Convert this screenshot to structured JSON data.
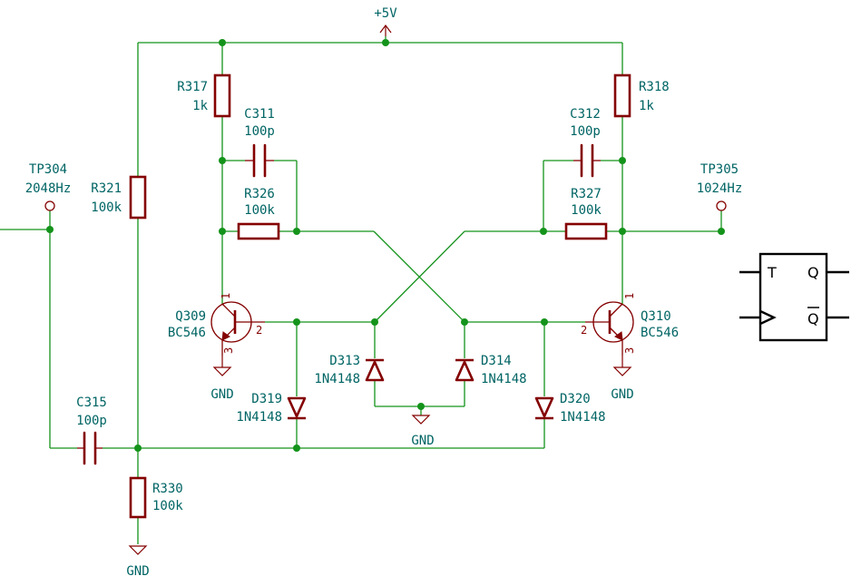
{
  "colors": {
    "wire": "#14931b",
    "part": "#840000",
    "label": "#006464",
    "logic_symbol": "#000000"
  },
  "power": {
    "vcc": "+5V",
    "gnd": "GND"
  },
  "components": {
    "R317": {
      "ref": "R317",
      "value": "1k"
    },
    "R318": {
      "ref": "R318",
      "value": "1k"
    },
    "R321": {
      "ref": "R321",
      "value": "100k"
    },
    "R326": {
      "ref": "R326",
      "value": "100k"
    },
    "R327": {
      "ref": "R327",
      "value": "100k"
    },
    "R330": {
      "ref": "R330",
      "value": "100k"
    },
    "C311": {
      "ref": "C311",
      "value": "100p"
    },
    "C312": {
      "ref": "C312",
      "value": "100p"
    },
    "C315": {
      "ref": "C315",
      "value": "100p"
    },
    "Q309": {
      "ref": "Q309",
      "value": "BC546"
    },
    "Q310": {
      "ref": "Q310",
      "value": "BC546"
    },
    "D313": {
      "ref": "D313",
      "value": "1N4148"
    },
    "D314": {
      "ref": "D314",
      "value": "1N4148"
    },
    "D319": {
      "ref": "D319",
      "value": "1N4148"
    },
    "D320": {
      "ref": "D320",
      "value": "1N4148"
    },
    "TP304": {
      "ref": "TP304",
      "value": "2048Hz"
    },
    "TP305": {
      "ref": "TP305",
      "value": "1024Hz"
    }
  },
  "transistor_pins": {
    "collector": "1",
    "base": "2",
    "emitter": "3"
  },
  "flipflop": {
    "input": "T",
    "output": "Q",
    "output_inverted": "Q"
  }
}
